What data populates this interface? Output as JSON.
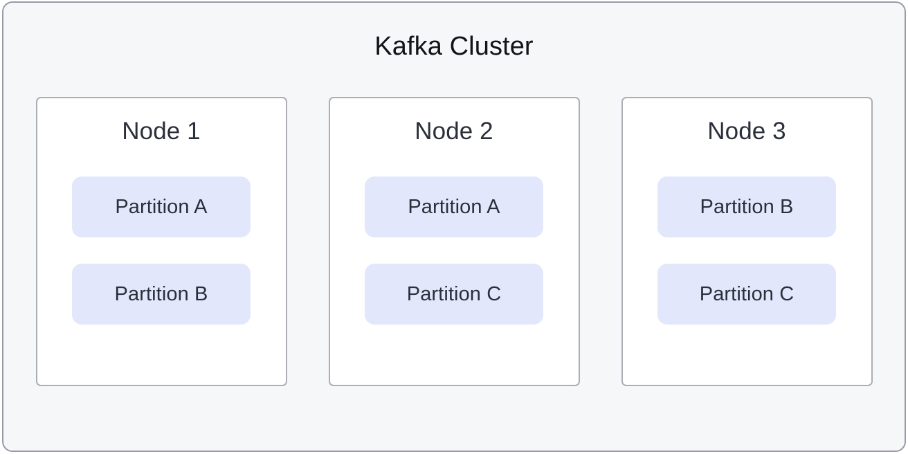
{
  "cluster": {
    "title": "Kafka Cluster",
    "background_color": "#f6f7f9",
    "border_color": "#9a9aa6",
    "nodes": [
      {
        "title": "Node 1",
        "partitions": [
          {
            "label": "Partition A"
          },
          {
            "label": "Partition B"
          }
        ]
      },
      {
        "title": "Node 2",
        "partitions": [
          {
            "label": "Partition A"
          },
          {
            "label": "Partition C"
          }
        ]
      },
      {
        "title": "Node 3",
        "partitions": [
          {
            "label": "Partition B"
          },
          {
            "label": "Partition C"
          }
        ]
      }
    ],
    "node_card_color": "#ffffff",
    "node_border_color": "#adadb6",
    "partition_pill_color": "#e3e7fc",
    "text_color": "#2b2f3a"
  }
}
